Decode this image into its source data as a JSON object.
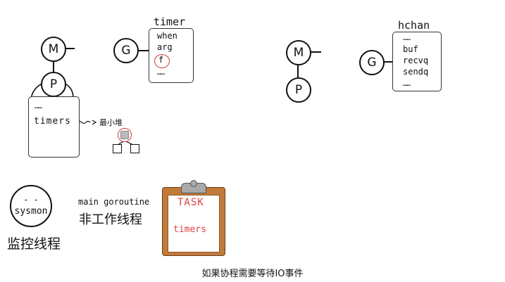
{
  "left_runtime": {
    "m_label": "M",
    "p_label": "P",
    "g_label": "G",
    "p_box": {
      "dots": "……",
      "timers": "timers"
    },
    "heap_label": "最小堆"
  },
  "timer_struct": {
    "title": "timer",
    "fields": [
      "when",
      "arg",
      "f",
      "……"
    ]
  },
  "right_runtime": {
    "m_label": "M",
    "p_label": "P",
    "g_label": "G"
  },
  "hchan_struct": {
    "title": "hchan",
    "fields": [
      "……",
      "buf",
      "recvq",
      "sendq",
      "……"
    ]
  },
  "sysmon": {
    "face": "- -",
    "label": "sysmon",
    "caption": "监控线程"
  },
  "main_goroutine": {
    "label": "main goroutine",
    "caption": "非工作线程"
  },
  "clipboard": {
    "title": "TASK",
    "item": "timers"
  },
  "subtitle": "如果协程需要等待IO事件",
  "colors": {
    "ink": "#111111",
    "task_red": "#e04040",
    "clipboard_wood": "#c07a3a",
    "highlight_red": "#d23a3a"
  }
}
